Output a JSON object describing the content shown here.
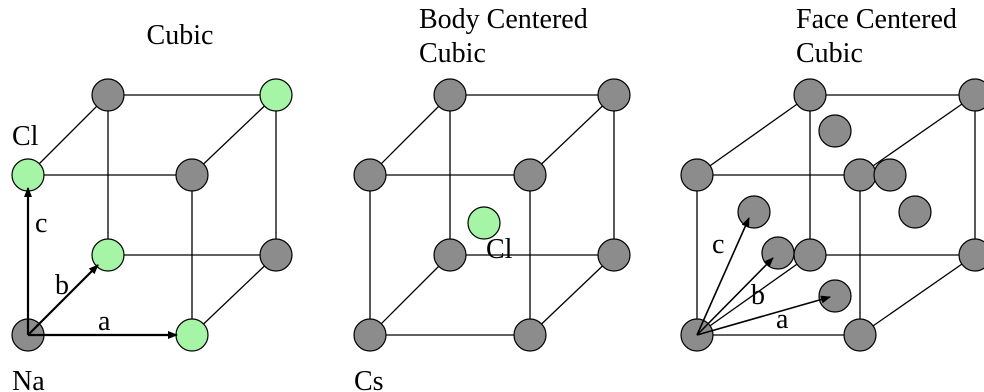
{
  "colors": {
    "grey_atom": "#8c8c8c",
    "green_atom": "#a6f5a6",
    "line": "#000000",
    "background": "#ffffff"
  },
  "panels": [
    {
      "title_lines": [
        "Cubic"
      ],
      "labels": {
        "top_atom": "Cl",
        "bottom_atom": "Na",
        "vec_a": "a",
        "vec_b": "b",
        "vec_c": "c"
      }
    },
    {
      "title_lines": [
        "Body Centered",
        "Cubic"
      ],
      "labels": {
        "center_atom": "Cl",
        "bottom_atom": "Cs"
      }
    },
    {
      "title_lines": [
        "Face Centered",
        "Cubic"
      ],
      "labels": {
        "vec_a": "a",
        "vec_b": "b",
        "vec_c": "c"
      }
    }
  ]
}
